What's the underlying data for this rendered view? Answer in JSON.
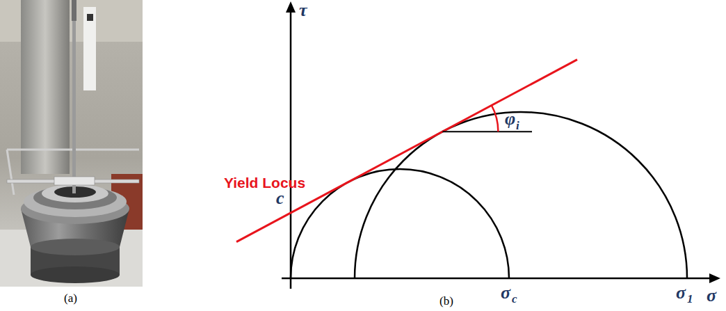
{
  "diagram": {
    "labels": [
      "(a)",
      "τ",
      "Yield Locus",
      "c",
      "φ",
      "i",
      "σ",
      "c",
      "σ",
      "1",
      "σ",
      "(b)"
    ]
  }
}
